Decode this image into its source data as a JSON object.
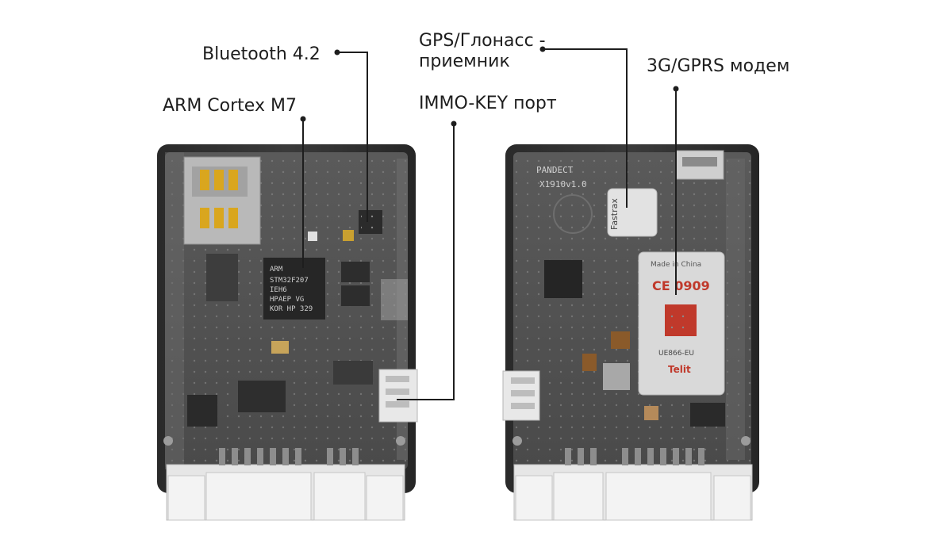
{
  "labels": {
    "arm": "ARM Cortex M7",
    "bluetooth": "Bluetooth 4.2",
    "gps_line1": "GPS/Глонасс -",
    "gps_line2": "приемник",
    "immo": "IMMO-KEY порт",
    "modem": "3G/GPRS модем"
  },
  "chip_markings": {
    "mcu": [
      "ARM",
      "STM32F207",
      "IEH6",
      "HPAEP",
      "VG",
      "KOR HP",
      "329"
    ],
    "board_brand": "PANDECT",
    "board_rev": "X1910v1.0",
    "gps_module": "Fastrax",
    "modem_vendor": "Telit",
    "modem_model": "UE866-EU",
    "modem_origin": "Made in China",
    "ce_mark": "CE 0909"
  }
}
